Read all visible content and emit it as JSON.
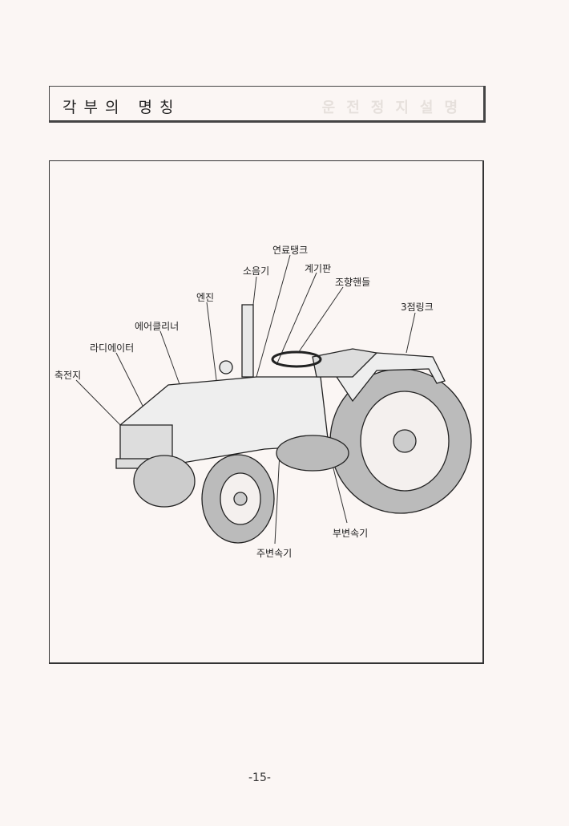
{
  "header": {
    "title": "각부의 명칭",
    "ghost_text": "운전정지설명"
  },
  "figure": {
    "labels": {
      "fuel_tank": "연료탱크",
      "muffler": "소음기",
      "instrument_panel": "계기판",
      "steering_wheel": "조향핸들",
      "engine": "엔진",
      "three_point_link": "3점링크",
      "air_cleaner": "에어클리너",
      "radiator": "라디에이터",
      "battery": "축전지",
      "sub_shift": "부변속기",
      "main_shift": "주변속기"
    }
  },
  "footer": {
    "page_number": "-15-"
  }
}
